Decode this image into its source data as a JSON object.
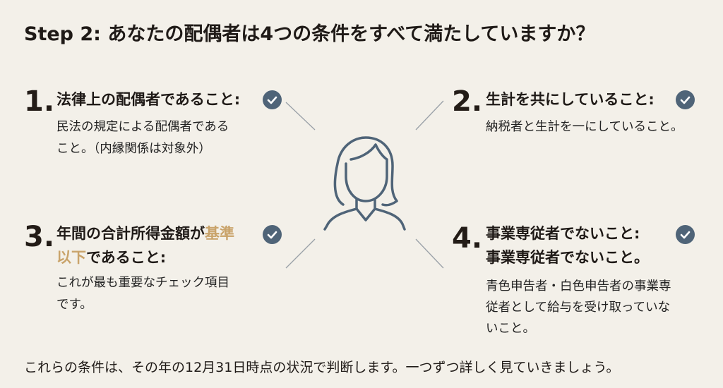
{
  "title": "Step 2: あなたの配偶者は4つの条件をすべて満たしていますか？",
  "conditions": [
    {
      "number": "1.",
      "heading": "法律上の配偶者であること:",
      "description_lines": [
        "民法の規定による配偶者である",
        "こと。（内縁関係は対象外）"
      ],
      "icon": "check-circle-icon"
    },
    {
      "number": "2.",
      "heading": "生計を共にしていること:",
      "description_lines": [
        "納税者と生計を一にしていること。"
      ],
      "icon": "check-circle-icon"
    },
    {
      "number": "3.",
      "heading_part1": "年間の合計所得金額が",
      "heading_highlight1": "基準",
      "heading_highlight2": "以下",
      "heading_part2": "であること:",
      "description_lines": [
        "これが最も重要なチェック項目",
        "です。"
      ],
      "icon": "check-circle-icon"
    },
    {
      "number": "4.",
      "heading_lines": [
        "事業専従者でないこと:",
        "事業専従者でないこと。"
      ],
      "description_lines": [
        "青色申告者・白色申告者の事業専",
        "従者として給与を受け取っていな",
        "いこと。"
      ],
      "icon": "check-circle-icon"
    }
  ],
  "center_icon": "person-icon",
  "footer": "これらの条件は、その年の12月31日時点の状況で判断します。一つずつ詳しく見ていきましょう。",
  "colors": {
    "background": "#f3f0e9",
    "text": "#1f1a17",
    "highlight": "#c9a36a",
    "icon": "#4f6478"
  }
}
